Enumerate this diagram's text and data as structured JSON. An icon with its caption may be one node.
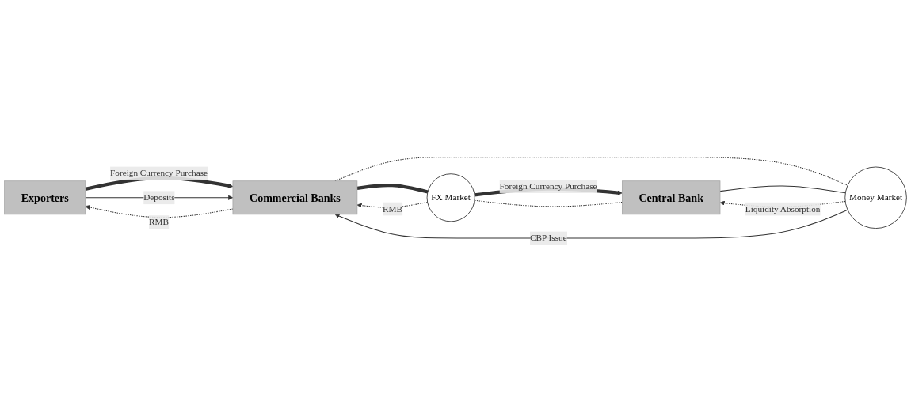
{
  "diagram": {
    "nodes": [
      {
        "text": [
          "Exporters"
        ]
      },
      {
        "text": [
          "Commercial Banks"
        ]
      },
      {
        "text": [
          "FX Market"
        ]
      },
      {
        "text": [
          "Central Bank"
        ]
      },
      {
        "text": [
          "Money Market"
        ]
      }
    ],
    "edges": [
      {
        "from": 0,
        "to": 1,
        "arrow": "to",
        "label": "Foreign Currency Purchase",
        "style": "thick"
      },
      {
        "from": 1,
        "to": 0,
        "arrow": "to",
        "label": "RMB",
        "style": "dashed"
      },
      {
        "from": 0,
        "to": 1,
        "arrow": "to",
        "label": "Deposits"
      },
      {
        "from": 1,
        "to": 2,
        "arrow": "none",
        "style": "thick"
      },
      {
        "from": 2,
        "to": 3,
        "arrow": "to",
        "label": "Foreign Currency Purchase",
        "style": "thick"
      },
      {
        "from": 3,
        "to": 2,
        "arrow": "none",
        "style": "dashed"
      },
      {
        "from": 2,
        "to": 1,
        "arrow": "to",
        "label": "RMB",
        "style": "dashed"
      },
      {
        "from": 1,
        "to": 4,
        "arrow": "none",
        "style": "dashed"
      },
      {
        "from": 4,
        "to": 3,
        "arrow": "to",
        "label": "Liquidity Absorption",
        "style": "dashed"
      },
      {
        "from": 3,
        "to": 4,
        "arrow": "none"
      },
      {
        "from": 4,
        "to": 1,
        "arrow": "to",
        "label": "CBP Issue"
      }
    ]
  }
}
